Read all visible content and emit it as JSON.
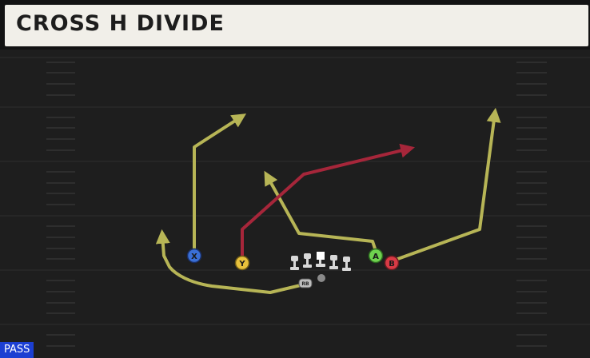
{
  "play": {
    "title": "CROSS H DIVIDE",
    "badge": "PASS"
  },
  "players": {
    "x": "X",
    "y": "Y",
    "a": "A",
    "b": "B",
    "rb": "RB"
  },
  "colors": {
    "route_primary": "#b7b556",
    "route_secondary": "#a6263a",
    "button_x": "#3a6fd6",
    "button_y": "#e7c13c",
    "button_a": "#6fd24f",
    "button_b": "#d83a45",
    "badge_bg": "#1c3fd2"
  },
  "icons": {
    "x_button": "circle-x-icon",
    "y_button": "circle-y-icon",
    "a_button": "circle-a-icon",
    "b_button": "circle-b-icon"
  }
}
